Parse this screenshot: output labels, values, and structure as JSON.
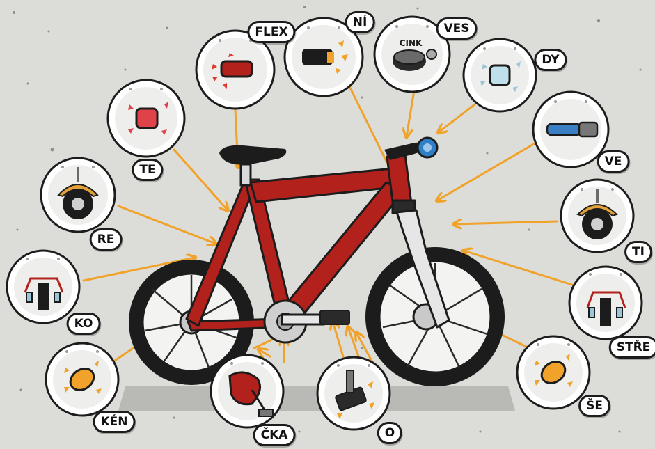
{
  "colors": {
    "background": "#dcddd9",
    "frame": "#b3211d",
    "frame_dark": "#7c1411",
    "tire": "#1c1c1c",
    "arrow": "#f0a22a",
    "outline": "#1c1c1c",
    "fork": "#e6e6e6",
    "bell": "#2f7fc6"
  },
  "icons": {
    "flex": "rear-light-icon",
    "ni": "front-light-icon",
    "ves": "bell-icon",
    "dy": "front-reflector-icon",
    "te": "rear-reflector-icon",
    "ve": "grip-icon",
    "re": "rear-mudguard-icon",
    "ti": "front-mudguard-icon",
    "ko": "rear-brake-icon",
    "stre": "front-brake-icon",
    "ken": "spoke-reflector-icon",
    "se": "spoke-reflector-icon",
    "cka": "chain-guard-icon",
    "o": "pedal-reflector-icon"
  },
  "bubbles": {
    "flex": "FLEX",
    "ni": "NÍ",
    "ves": "VES",
    "dy": "DY",
    "te": "TE",
    "ve": "VE",
    "re": "RE",
    "ti": "TI",
    "ko": "KO",
    "stre": "STŘE",
    "ken": "KÉN",
    "se": "ŠE",
    "cka": "ČKA",
    "o": "O"
  },
  "bell_text": "CINK"
}
